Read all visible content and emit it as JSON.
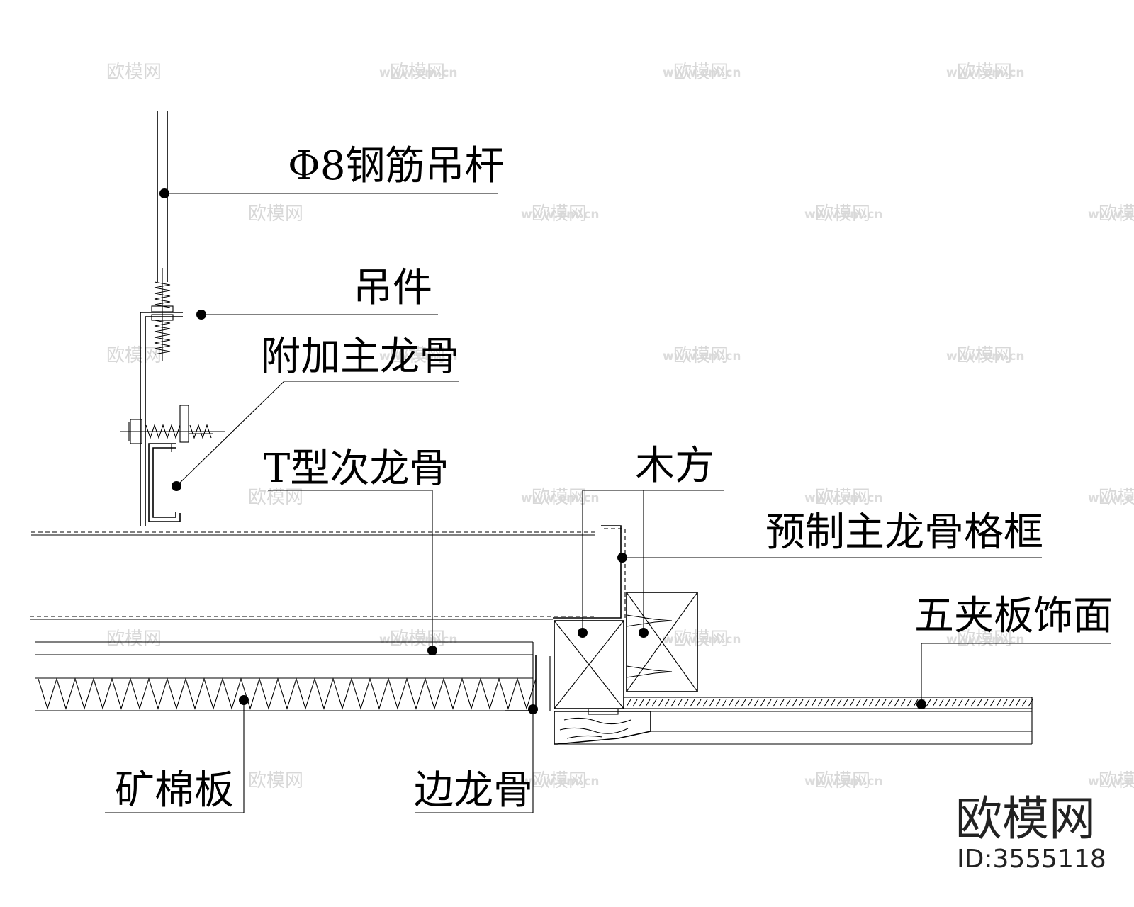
{
  "labels": {
    "rebar_hanger": "Φ8钢筋吊杆",
    "hanger_piece": "吊件",
    "extra_main_keel": "附加主龙骨",
    "t_secondary_keel": "T型次龙骨",
    "wood_batten": "木方",
    "prefab_keel_frame": "预制主龙骨格框",
    "plywood_face": "五夹板饰面",
    "mineral_wool_board": "矿棉板",
    "edge_keel": "边龙骨"
  },
  "watermark": {
    "brand": "欧模网",
    "id": "ID:3555118",
    "tile_logo": "欧模网",
    "tile_url": "www.om.cn"
  }
}
